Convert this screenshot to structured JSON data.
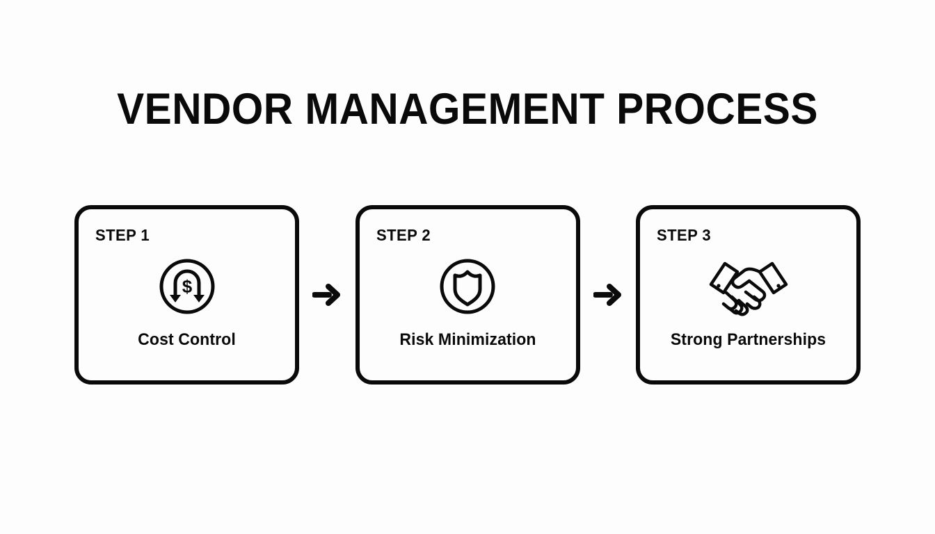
{
  "slide": {
    "background_color": "#fdfdfd",
    "ink_color": "#0a0a0a",
    "title": "VENDOR MANAGEMENT PROCESS"
  },
  "steps": [
    {
      "step_label": "STEP 1",
      "icon": "cost-reduction-dollar-icon",
      "caption": "Cost Control"
    },
    {
      "step_label": "STEP 2",
      "icon": "shield-circle-icon",
      "caption": "Risk Minimization"
    },
    {
      "step_label": "STEP 3",
      "icon": "handshake-icon",
      "caption": "Strong Partnerships"
    }
  ],
  "connectors": [
    {
      "icon": "arrow-right-icon"
    },
    {
      "icon": "arrow-right-icon"
    }
  ]
}
